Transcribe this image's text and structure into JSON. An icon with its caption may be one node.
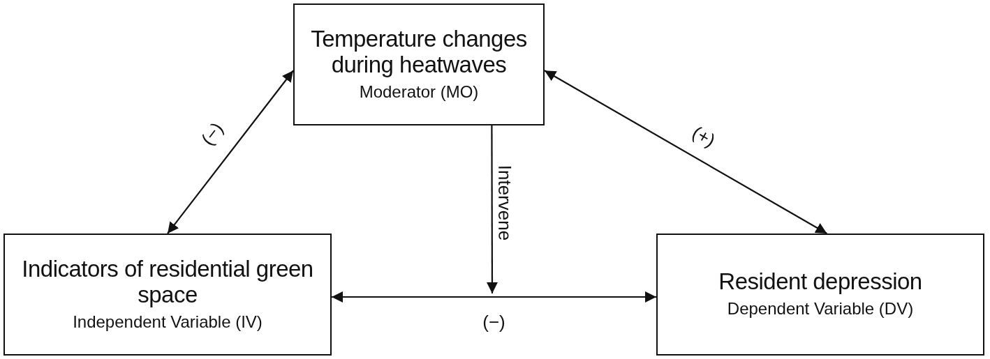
{
  "diagram": {
    "nodes": [
      {
        "text": [
          "Temperature changes during heatwaves",
          "Moderator (MO)"
        ]
      },
      {
        "text": [
          "Indicators of residential green space",
          "Independent Variable (IV)"
        ]
      },
      {
        "text": [
          "Resident depression",
          "Dependent Variable (DV)"
        ]
      }
    ],
    "edges": [
      {
        "from": 0,
        "to": 1,
        "arrow": "both",
        "label": "(−)"
      },
      {
        "from": 0,
        "to": 2,
        "arrow": "both",
        "label": "(+)"
      },
      {
        "from": 1,
        "to": 2,
        "arrow": "both",
        "label": "(−)"
      },
      {
        "from": 0,
        "to": null,
        "arrow": "to",
        "label": "Intervene"
      }
    ]
  }
}
